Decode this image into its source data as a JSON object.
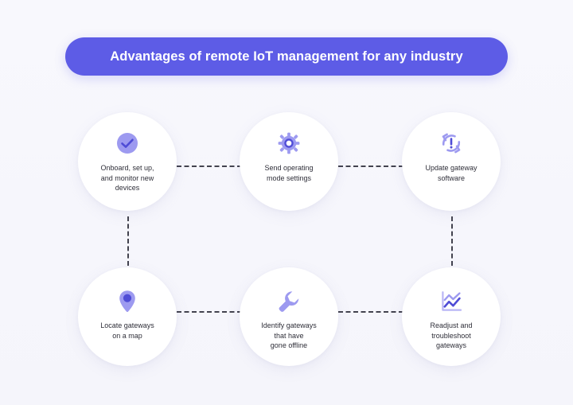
{
  "banner": {
    "title": "Advantages of remote IoT management for any industry",
    "background_color": "#5d5ce6",
    "text_color": "#ffffff"
  },
  "theme": {
    "page_background": "#f7f7fd",
    "node_background": "#ffffff",
    "icon_light_purple": "#9d9af0",
    "icon_dark_indigo": "#4f4cd6",
    "label_color": "#2e2e38",
    "connector_color": "#43434f"
  },
  "nodes": [
    {
      "id": "onboard-devices",
      "icon": "check-circle-icon",
      "label": "Onboard, set up,\nand monitor new\ndevices",
      "row": 1,
      "column": 1
    },
    {
      "id": "send-operating-mode-settings",
      "icon": "gear-icon",
      "label": "Send operating\nmode settings",
      "row": 1,
      "column": 2
    },
    {
      "id": "update-gateway-software",
      "icon": "refresh-alert-icon",
      "label": "Update gateway\nsoftware",
      "row": 1,
      "column": 3
    },
    {
      "id": "locate-gateways-on-map",
      "icon": "map-pin-icon",
      "label": "Locate gateways\non a map",
      "row": 2,
      "column": 1
    },
    {
      "id": "identify-offline-gateways",
      "icon": "wrench-icon",
      "label": "Identify gateways\nthat have\ngone offline",
      "row": 2,
      "column": 2
    },
    {
      "id": "readjust-troubleshoot-gateways",
      "icon": "line-chart-icon",
      "label": "Readjust and\ntroubleshoot\ngateways",
      "row": 2,
      "column": 3
    }
  ],
  "connectors": [
    {
      "id": "row1-col1-to-col2",
      "orientation": "horizontal",
      "style": "dashed"
    },
    {
      "id": "row1-col2-to-col3",
      "orientation": "horizontal",
      "style": "dashed"
    },
    {
      "id": "row2-col1-to-col2",
      "orientation": "horizontal",
      "style": "dashed"
    },
    {
      "id": "row2-col2-to-col3",
      "orientation": "horizontal",
      "style": "dashed"
    },
    {
      "id": "col1-row1-to-row2",
      "orientation": "vertical",
      "style": "dashed"
    },
    {
      "id": "col3-row1-to-row2",
      "orientation": "vertical",
      "style": "dashed"
    }
  ]
}
